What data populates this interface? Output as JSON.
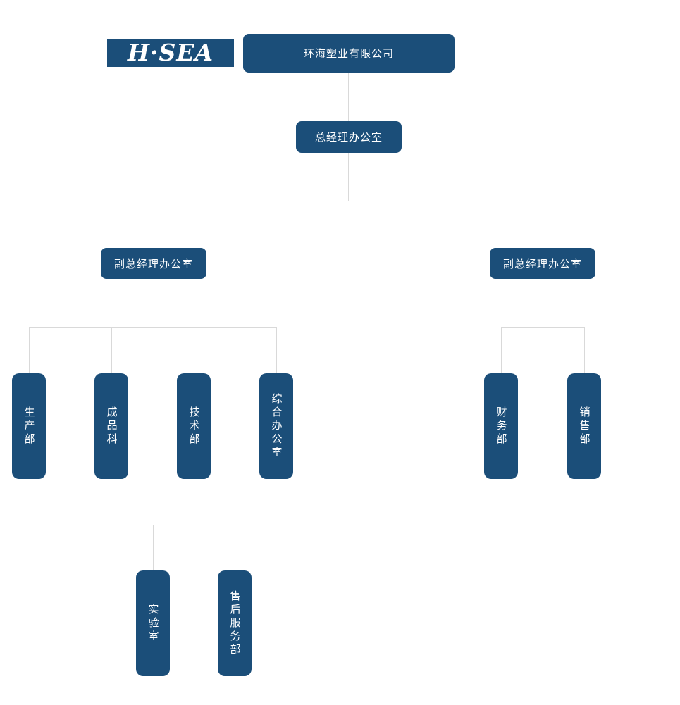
{
  "logo": {
    "text": "H·SEA"
  },
  "colors": {
    "node_fill": "#1b4e79",
    "node_text": "#ffffff",
    "connector": "#d9d9d9",
    "background": "#ffffff"
  },
  "chart": {
    "root": {
      "label": "环海塑业有限公司"
    },
    "gm_office": {
      "label": "总经理办公室"
    },
    "deputy_left": {
      "label": "副总经理办公室"
    },
    "deputy_right": {
      "label": "副总经理办公室"
    },
    "left_departments": [
      {
        "label": "生产部"
      },
      {
        "label": "成品科"
      },
      {
        "label": "技术部"
      },
      {
        "label": "综合办公室"
      }
    ],
    "tech_sub_departments": [
      {
        "label": "实验室"
      },
      {
        "label": "售后服务部"
      }
    ],
    "right_departments": [
      {
        "label": "财务部"
      },
      {
        "label": "销售部"
      }
    ]
  }
}
